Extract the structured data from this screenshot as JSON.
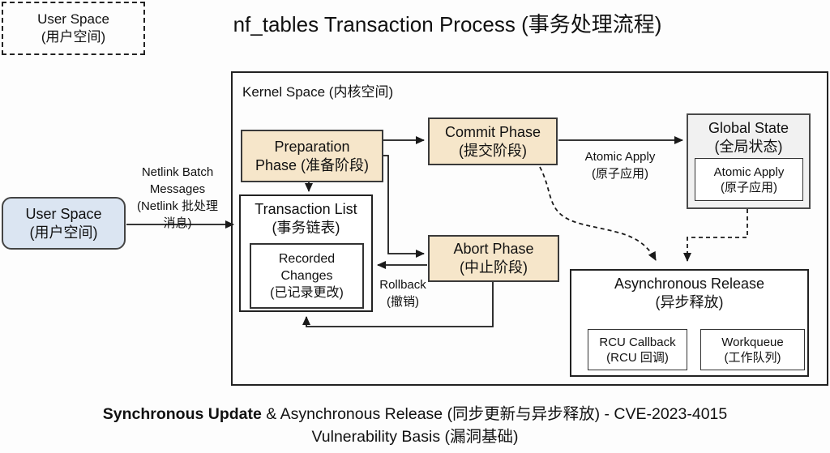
{
  "title": "nf_tables Transaction Process (事务处理流程)",
  "legend": {
    "line1": "User Space",
    "line2": "(用户空间)"
  },
  "kernel_label": "Kernel Space (内核空间)",
  "nodes": {
    "user_space": {
      "line1": "User Space",
      "line2": "(用户空间)"
    },
    "preparation_phase": {
      "line1": "Preparation",
      "line2": "Phase (准备阶段)"
    },
    "commit_phase": {
      "line1": "Commit Phase",
      "line2": "(提交阶段)"
    },
    "global_state": {
      "line1": "Global State",
      "line2": "(全局状态)"
    },
    "atomic_apply": {
      "line1": "Atomic Apply",
      "line2": "(原子应用)"
    },
    "transaction_list": {
      "line1": "Transaction List",
      "line2": "(事务链表)"
    },
    "recorded_changes": {
      "line1": "Recorded",
      "line2": "Changes",
      "line3": "(已记录更改)"
    },
    "abort_phase": {
      "line1": "Abort Phase",
      "line2": "(中止阶段)"
    },
    "async_release": {
      "line1": "Asynchronous Release",
      "line2": "(异步释放)"
    },
    "rcu_callback": {
      "line1": "RCU Callback",
      "line2": "(RCU 回调)"
    },
    "workqueue": {
      "line1": "Workqueue",
      "line2": "(工作队列)"
    }
  },
  "edge_labels": {
    "netlink": {
      "line1": "Netlink Batch",
      "line2": "Messages",
      "line3": "(Netlink 批处理",
      "line4": "消息)"
    },
    "atomic_apply": {
      "line1": "Atomic Apply",
      "line2": "(原子应用)"
    },
    "rollback": {
      "line1": "Rollback",
      "line2": "(撤销)"
    }
  },
  "caption": {
    "line1_bold": "Synchronous Update",
    "line1_rest": " & Asynchronous Release (同步更新与异步释放) - CVE-2023-4015",
    "line2": "Vulnerability Basis (漏洞基础)"
  },
  "colors": {
    "phase_fill": "#f6e6ca",
    "user_space_fill": "#dbe5f2",
    "global_state_fill": "#f1f1f1",
    "line": "#1a1a1a",
    "ink": "#111111"
  }
}
